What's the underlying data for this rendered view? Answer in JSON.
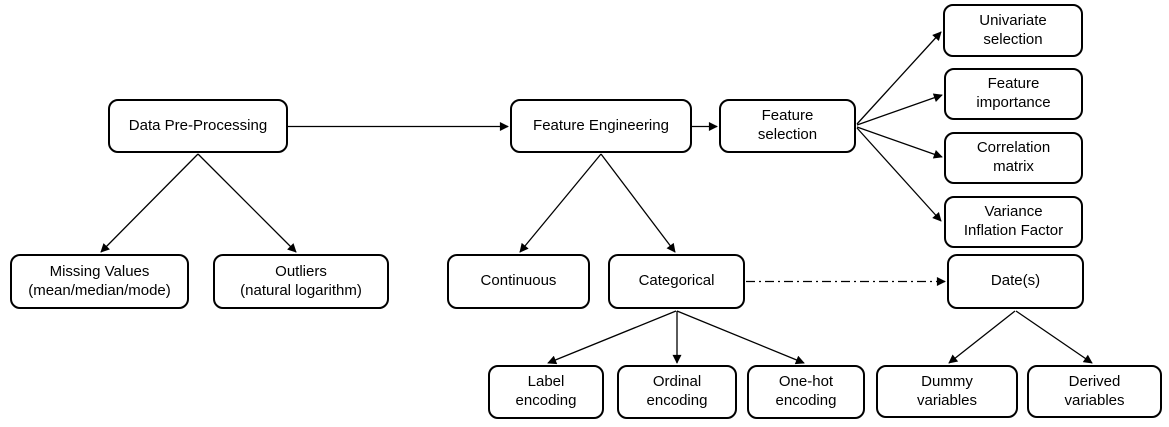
{
  "diagram": {
    "background_color": "#ffffff",
    "node_border_color": "#000000",
    "node_fill_color": "#ffffff",
    "arrow_color": "#000000",
    "nodes": [
      {
        "id": "data-pre-processing",
        "label": "Data Pre-Processing"
      },
      {
        "id": "feature-engineering",
        "label": "Feature Engineering"
      },
      {
        "id": "feature-selection",
        "label": "Feature\nselection"
      },
      {
        "id": "univariate-selection",
        "label": "Univariate\nselection"
      },
      {
        "id": "feature-importance",
        "label": "Feature\nimportance"
      },
      {
        "id": "correlation-matrix",
        "label": "Correlation\nmatrix"
      },
      {
        "id": "variance-inflation-factor",
        "label": "Variance\nInflation Factor"
      },
      {
        "id": "missing-values",
        "label": "Missing Values\n(mean/median/mode)"
      },
      {
        "id": "outliers",
        "label": "Outliers\n(natural logarithm)"
      },
      {
        "id": "continuous",
        "label": "Continuous"
      },
      {
        "id": "categorical",
        "label": "Categorical"
      },
      {
        "id": "dates",
        "label": "Date(s)"
      },
      {
        "id": "label-encoding",
        "label": "Label\nencoding"
      },
      {
        "id": "ordinal-encoding",
        "label": "Ordinal\nencoding"
      },
      {
        "id": "one-hot-encoding",
        "label": "One-hot\nencoding"
      },
      {
        "id": "dummy-variables",
        "label": "Dummy\nvariables"
      },
      {
        "id": "derived-variables",
        "label": "Derived\nvariables"
      }
    ],
    "edges": [
      {
        "from": "data-pre-processing",
        "to": "feature-engineering",
        "style": "solid"
      },
      {
        "from": "feature-engineering",
        "to": "feature-selection",
        "style": "solid"
      },
      {
        "from": "data-pre-processing",
        "to": "missing-values",
        "style": "solid"
      },
      {
        "from": "data-pre-processing",
        "to": "outliers",
        "style": "solid"
      },
      {
        "from": "feature-engineering",
        "to": "continuous",
        "style": "solid"
      },
      {
        "from": "feature-engineering",
        "to": "categorical",
        "style": "solid"
      },
      {
        "from": "feature-selection",
        "to": "univariate-selection",
        "style": "solid"
      },
      {
        "from": "feature-selection",
        "to": "feature-importance",
        "style": "solid"
      },
      {
        "from": "feature-selection",
        "to": "correlation-matrix",
        "style": "solid"
      },
      {
        "from": "feature-selection",
        "to": "variance-inflation-factor",
        "style": "solid"
      },
      {
        "from": "categorical",
        "to": "dates",
        "style": "dash-dot"
      },
      {
        "from": "categorical",
        "to": "label-encoding",
        "style": "solid"
      },
      {
        "from": "categorical",
        "to": "ordinal-encoding",
        "style": "solid"
      },
      {
        "from": "categorical",
        "to": "one-hot-encoding",
        "style": "solid"
      },
      {
        "from": "dates",
        "to": "dummy-variables",
        "style": "solid"
      },
      {
        "from": "dates",
        "to": "derived-variables",
        "style": "solid"
      }
    ]
  }
}
